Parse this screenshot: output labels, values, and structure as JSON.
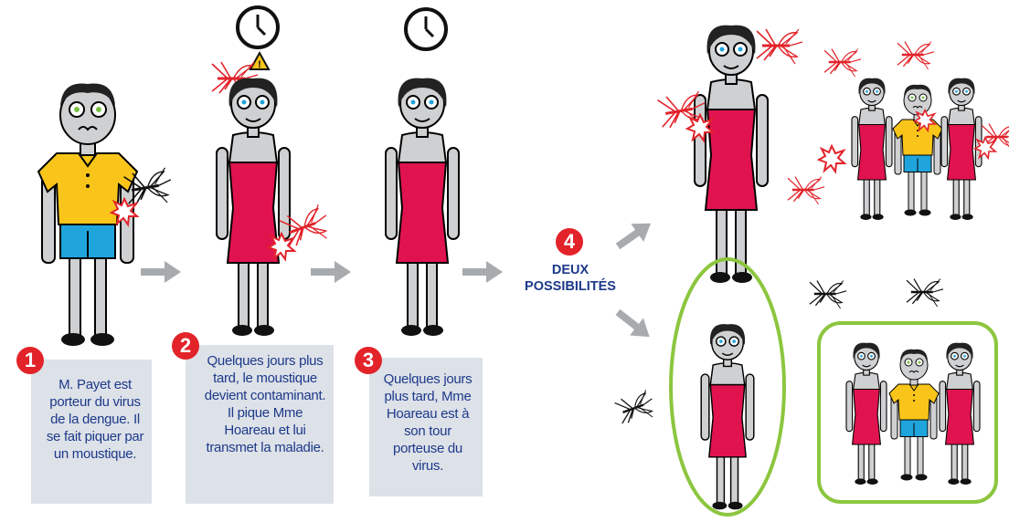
{
  "steps": [
    {
      "number": "1",
      "text": "M. Payet est porteur du virus de la dengue. Il se fait piquer par un moustique."
    },
    {
      "number": "2",
      "text": "Quelques jours plus tard, le moustique devient contaminant. Il pique Mme Hoareau et lui transmet la maladie."
    },
    {
      "number": "3",
      "text": "Quelques jours plus tard, Mme Hoareau est à son tour porteuse du virus."
    }
  ],
  "step4": {
    "number": "4",
    "line1": "DEUX",
    "line2": "POSSIBILITÉS"
  },
  "colors": {
    "accent_red": "#e2232a",
    "navy": "#1d3a8a",
    "box_gray": "#dde1e8",
    "arrow_gray": "#a8abae",
    "dress_red": "#e0134f",
    "shirt_yellow": "#f9c51a",
    "shorts_blue": "#1fa4dc",
    "dress_green": "#7ac143",
    "frame_green": "#8cc63f"
  },
  "icons": [
    "clock-icon",
    "warning-icon",
    "mosquito-icon",
    "sting-burst-icon",
    "arrow-icon"
  ]
}
